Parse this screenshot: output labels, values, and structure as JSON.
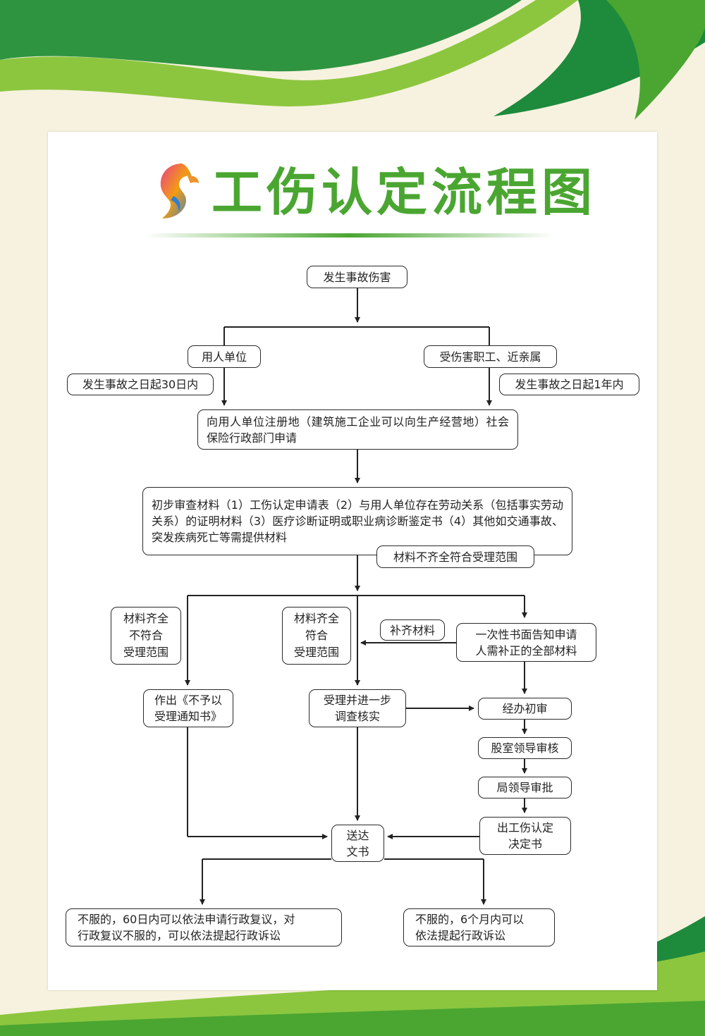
{
  "header": {
    "title": "工伤认定流程图"
  },
  "nodes": {
    "occur": "发生事故伤害",
    "employer": "用人单位",
    "victim": "受伤害职工、近亲属",
    "deadline_employer": "发生事故之日起30日内",
    "deadline_victim": "发生事故之日起1年内",
    "apply": "向用人单位注册地（建筑施工企业可以向生产经营地）社会保险行政部门申请",
    "review": "初步审查材料（1）工伤认定申请表（2）与用人单位存在劳动关系（包括事实劳动关系）的证明材料（3）医疗诊断证明或职业病诊断鉴定书（4）其他如交通事故、突发疾病死亡等需提供材料",
    "incomplete_label": "材料不齐全符合受理范围",
    "complete_not_eligible": "材料齐全\n不符合\n受理范围",
    "complete_eligible": "材料齐全\n符合\n受理范围",
    "supplement": "补齐材料",
    "notify_once": "一次性书面告知申请\n人需补正的全部材料",
    "reject_notice": "作出《不予以\n受理通知书》",
    "accept_investigate": "受理并进一步\n调查核实",
    "initial_review": "经办初审",
    "section_review": "股室领导审核",
    "bureau_approve": "局领导审批",
    "issue_decision": "出工伤认定\n决定书",
    "deliver": "送达\n文书",
    "appeal_60": "不服的，60日内可以依法申请行政复议，对\n行政复议不服的，可以依法提起行政诉讼",
    "appeal_6m": "不服的，6个月内可以\n依法提起行政诉讼"
  },
  "colors": {
    "brand_green": "#4aa631",
    "dark_green": "#1e8a3c",
    "light_green": "#8cc63f",
    "background": "#f7f2df",
    "line": "#222222"
  },
  "icons": {
    "logo": "lion-head-icon"
  }
}
